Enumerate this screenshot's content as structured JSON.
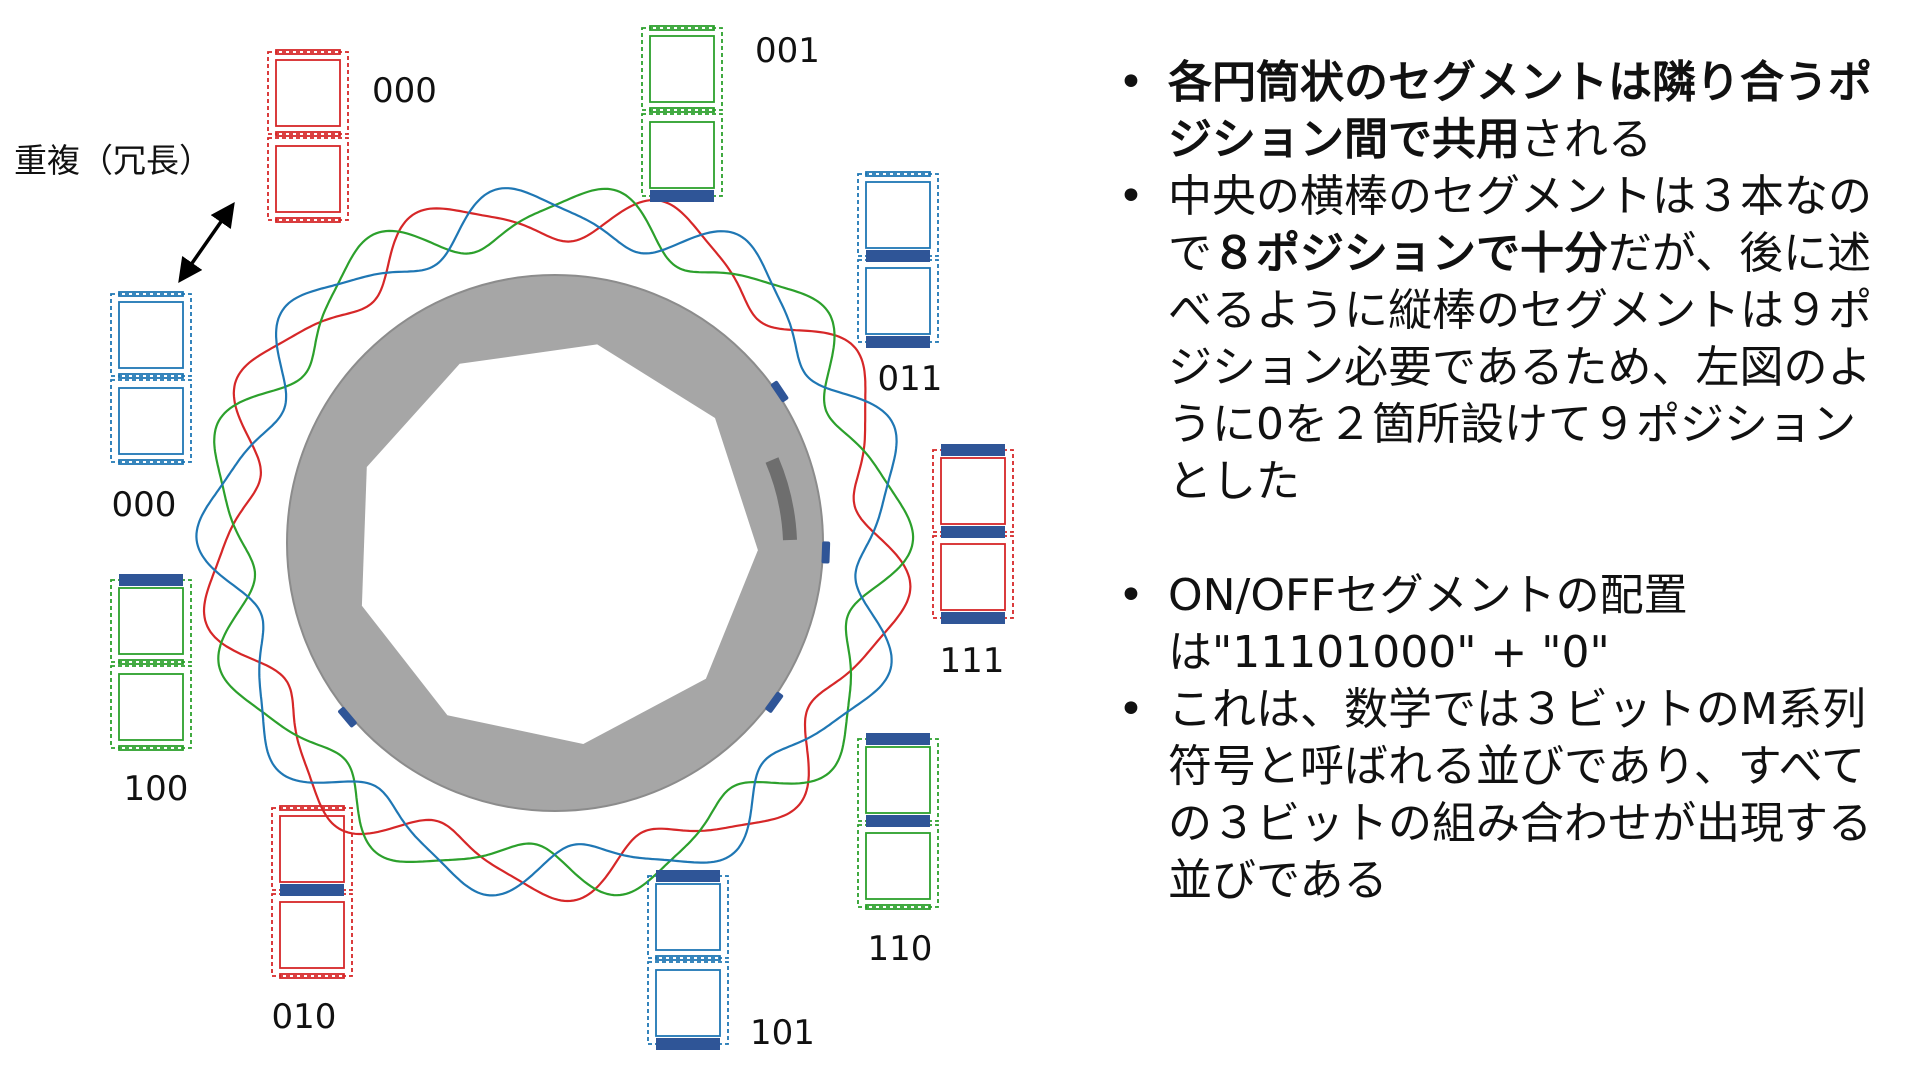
{
  "positions": [
    {
      "label": "000",
      "color": "#d62728",
      "on": [
        false,
        false,
        false
      ]
    },
    {
      "label": "001",
      "color": "#2ca02c",
      "on": [
        false,
        false,
        true
      ]
    },
    {
      "label": "011",
      "color": "#1f77b4",
      "on": [
        false,
        true,
        true
      ]
    },
    {
      "label": "111",
      "color": "#d62728",
      "on": [
        true,
        true,
        true
      ]
    },
    {
      "label": "110",
      "color": "#2ca02c",
      "on": [
        true,
        true,
        false
      ]
    },
    {
      "label": "101",
      "color": "#1f77b4",
      "on": [
        true,
        false,
        true
      ]
    },
    {
      "label": "010",
      "color": "#d62728",
      "on": [
        false,
        true,
        false
      ]
    },
    {
      "label": "100",
      "color": "#2ca02c",
      "on": [
        true,
        false,
        false
      ]
    },
    {
      "label": "000",
      "color": "#1f77b4",
      "on": [
        false,
        false,
        false
      ]
    }
  ],
  "redundancy_label": "重複（冗長）",
  "colors": {
    "on_segment": "#2f5597",
    "wheel": "#a6a6a6",
    "wheel_edge": "#8c8c8c"
  },
  "notes": {
    "b1": {
      "strong": "各円筒状のセグメントは隣り合うポジション間で共用",
      "rest": "される"
    },
    "b2": {
      "p1": "中央の横棒のセグメントは３本なので",
      "strong": "８ポジションで十分",
      "p2": "だが、後に述べるように縦棒のセグメントは９ポジション必要であるため、左図のように0を２箇所設けて９ポジションとした"
    },
    "b3": {
      "text": "ON/OFFセグメントの配置は\"11101000\" + \"0\""
    },
    "b4": {
      "text": "これは、数学では３ビットのM系列符号と呼ばれる並びであり、すべての３ビットの組み合わせが出現する並びである"
    }
  }
}
